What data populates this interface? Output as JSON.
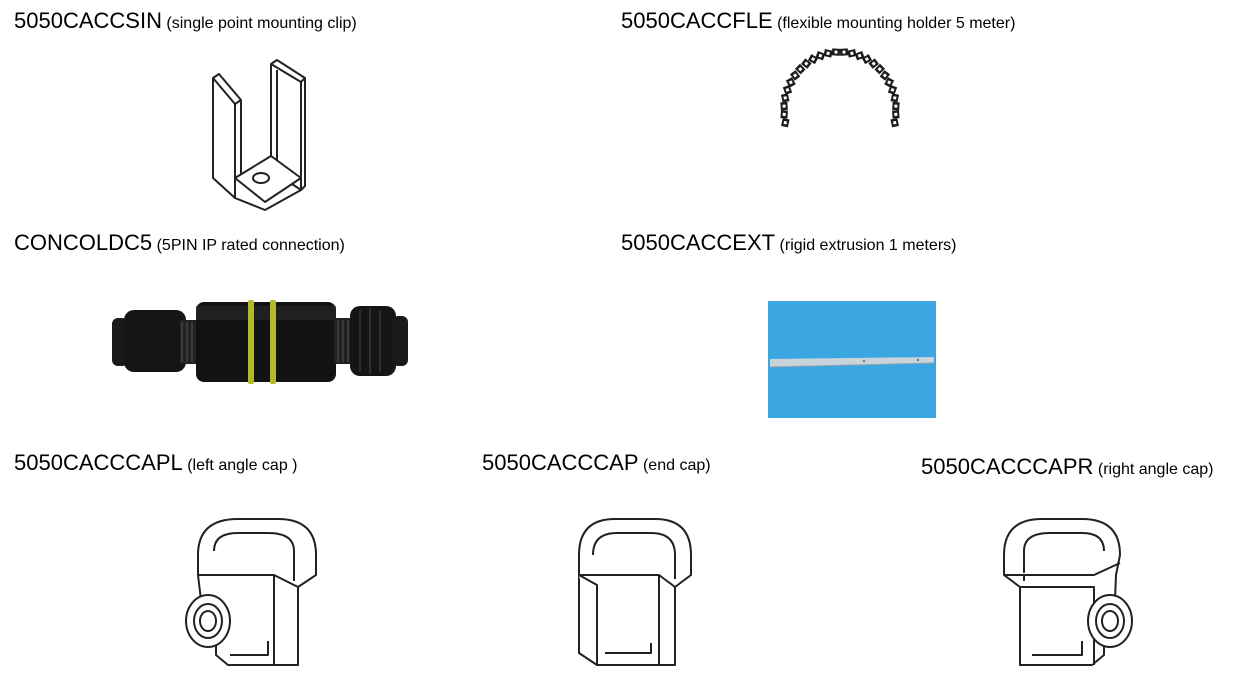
{
  "items": [
    {
      "code": "5050CACCSIN",
      "desc": "(single point mounting clip)"
    },
    {
      "code": "5050CACCFLE",
      "desc": "(flexible mounting holder 5 meter)"
    },
    {
      "code": "CONCOLDC5",
      "desc": "(5PIN IP rated connection)"
    },
    {
      "code": "5050CACCEXT",
      "desc": "(rigid extrusion 1 meters)"
    },
    {
      "code": "5050CACCCAPL",
      "desc": "(left angle cap )"
    },
    {
      "code": "5050CACCCAP",
      "desc": "(end cap)"
    },
    {
      "code": "5050CACCCAPR",
      "desc": "(right angle cap)"
    }
  ],
  "colors": {
    "line_art": "#222222",
    "connector_body": "#141414",
    "connector_ring": "#b5b82a",
    "extrusion_bg": "#3aa7e2",
    "extrusion_bar": "#c9d3da"
  }
}
